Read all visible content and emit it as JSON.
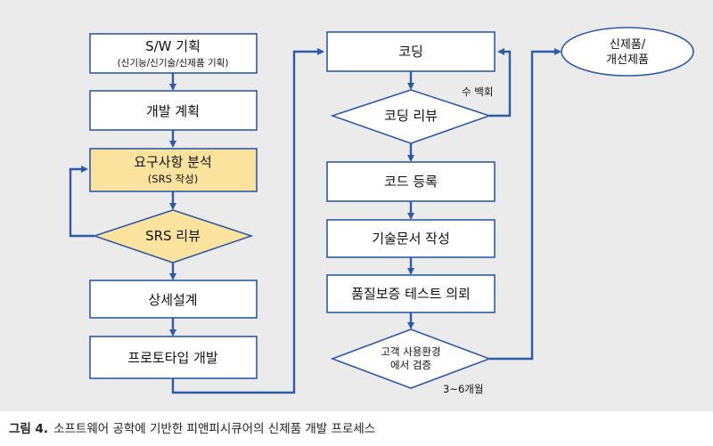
{
  "colors": {
    "panel_bg": "#ebebeb",
    "node_fill": "#ffffff",
    "highlight_fill": "#fbe39d",
    "stroke": "#2f5aa8",
    "text": "#111111"
  },
  "nodes": {
    "sw_planning": {
      "title": "S/W 기획",
      "subtitle": "(신기능/신기술/신제품 기획)"
    },
    "dev_plan": {
      "title": "개발 계획"
    },
    "requirements": {
      "title": "요구사항 분석",
      "subtitle": "(SRS 작성)"
    },
    "srs_review": {
      "title": "SRS 리뷰"
    },
    "detailed_design": {
      "title": "상세설계"
    },
    "prototype": {
      "title": "프로토타입 개발"
    },
    "coding": {
      "title": "코딩"
    },
    "code_review": {
      "title": "코딩 리뷰"
    },
    "code_registration": {
      "title": "코드 등록"
    },
    "tech_docs": {
      "title": "기술문서 작성"
    },
    "qa_test": {
      "title": "품질보증 테스트 의뢰"
    },
    "customer_verify": {
      "line1": "고객 사용환경",
      "line2": "에서 검증"
    },
    "new_product": {
      "line1": "신제품/",
      "line2": "개선제품"
    }
  },
  "annotations": {
    "review_loop": "수 백회",
    "duration": "3~6개월"
  },
  "caption": {
    "label": "그림 4.",
    "text": "소프트웨어 공학에 기반한 피앤피시큐어의 신제품 개발 프로세스"
  }
}
